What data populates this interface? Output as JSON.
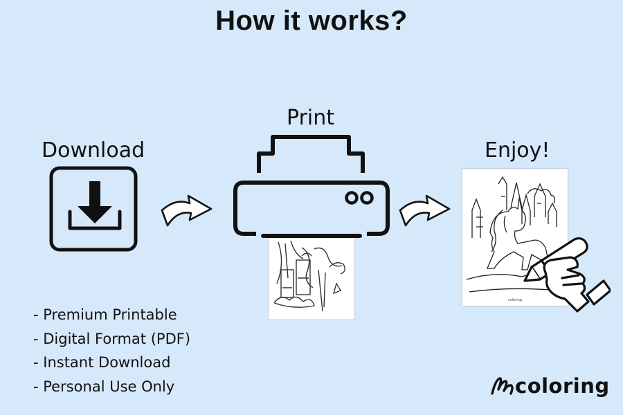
{
  "title": "How it works?",
  "steps": {
    "download": {
      "label": "Download",
      "icon": "download-tray-icon"
    },
    "print": {
      "label": "Print",
      "icon": "printer-icon"
    },
    "enjoy": {
      "label": "Enjoy!",
      "icon": "hand-with-crayon-icon"
    }
  },
  "features": [
    "- Premium Printable",
    "- Digital Format (PDF)",
    "- Instant Download",
    "- Personal Use Only"
  ],
  "brand": {
    "name": "coloring"
  },
  "colors": {
    "background": "#d6e9fb",
    "ink": "#111111",
    "paper": "#ffffff"
  }
}
